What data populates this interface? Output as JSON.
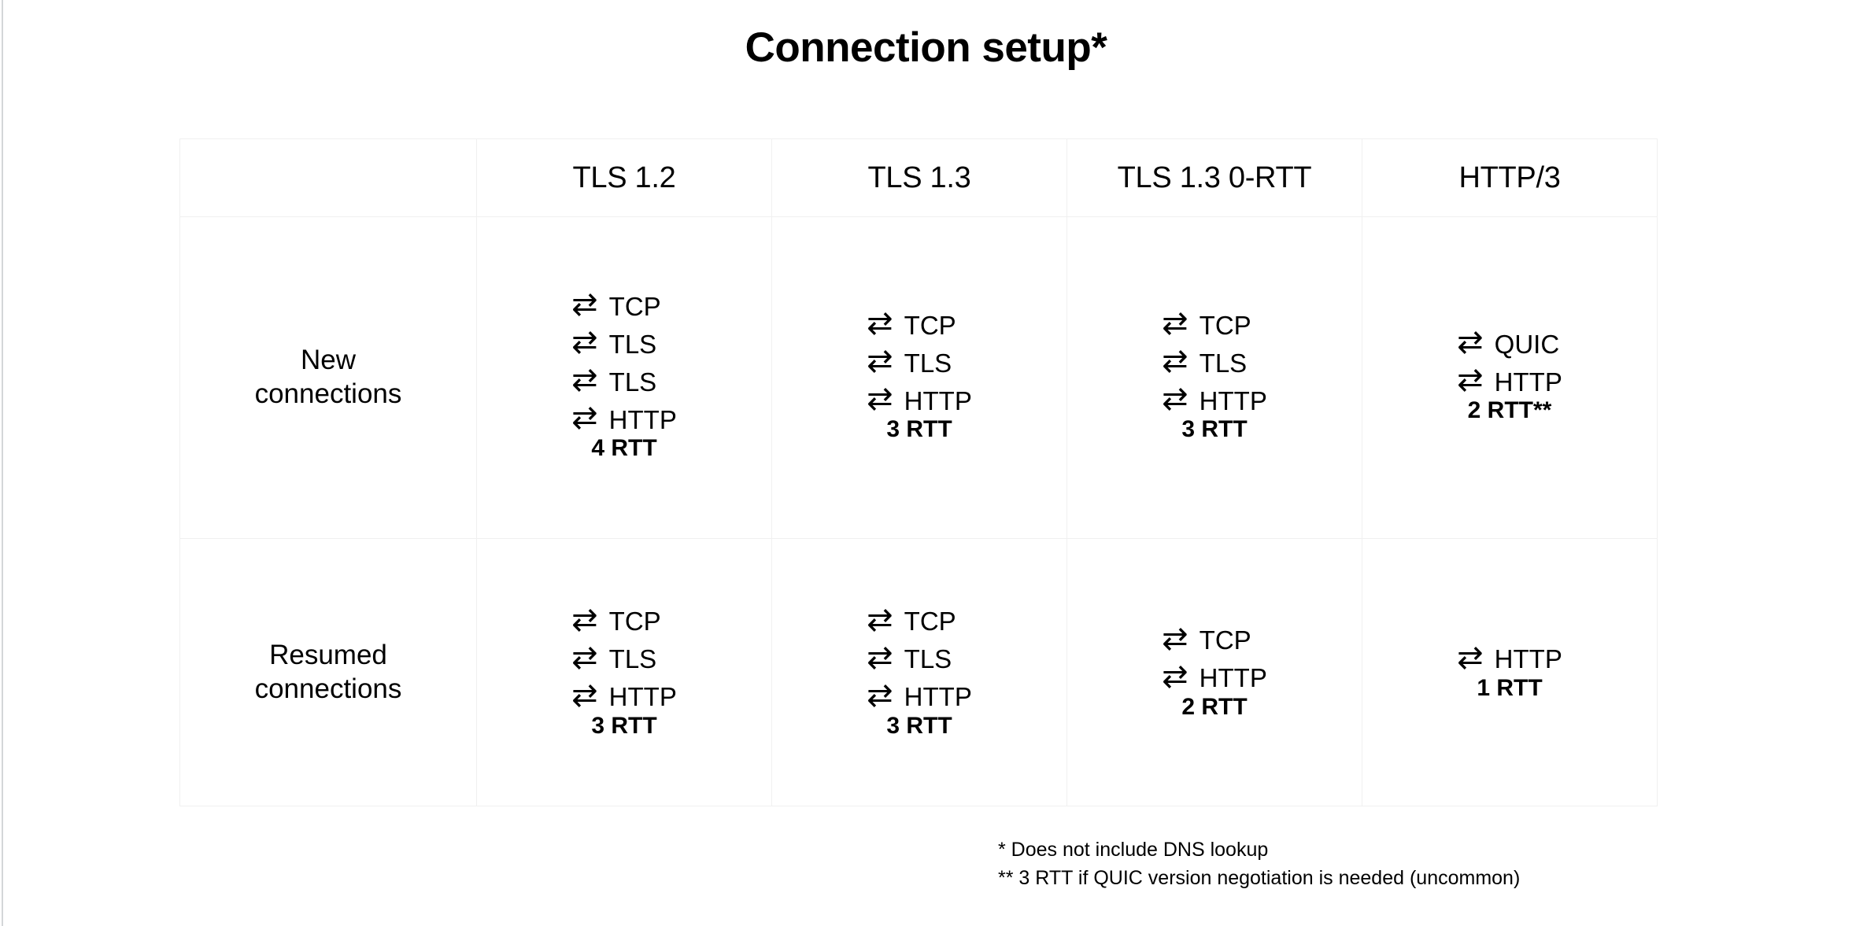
{
  "title": "Connection setup*",
  "table": {
    "corner_label": "",
    "columns": [
      "TLS 1.2",
      "TLS 1.3",
      "TLS 1.3 0-RTT",
      "HTTP/3"
    ],
    "arrow_icon": "⇄",
    "rows": [
      {
        "label": "New\nconnections",
        "label_line1": "New",
        "label_line2": "connections",
        "cells": [
          {
            "steps": [
              "TCP",
              "TLS",
              "TLS",
              "HTTP"
            ],
            "rtt": "4 RTT"
          },
          {
            "steps": [
              "TCP",
              "TLS",
              "HTTP"
            ],
            "rtt": "3 RTT"
          },
          {
            "steps": [
              "TCP",
              "TLS",
              "HTTP"
            ],
            "rtt": "3 RTT"
          },
          {
            "steps": [
              "QUIC",
              "HTTP"
            ],
            "rtt": "2 RTT**"
          }
        ]
      },
      {
        "label": "Resumed\nconnections",
        "label_line1": "Resumed",
        "label_line2": "connections",
        "cells": [
          {
            "steps": [
              "TCP",
              "TLS",
              "HTTP"
            ],
            "rtt": "3 RTT"
          },
          {
            "steps": [
              "TCP",
              "TLS",
              "HTTP"
            ],
            "rtt": "3 RTT"
          },
          {
            "steps": [
              "TCP",
              "HTTP"
            ],
            "rtt": "2 RTT"
          },
          {
            "steps": [
              "HTTP"
            ],
            "rtt": "1 RTT"
          }
        ]
      }
    ]
  },
  "footnotes": [
    "* Does not include DNS lookup",
    "** 3 RTT if QUIC version negotiation is needed (uncommon)"
  ],
  "colors": {
    "text": "#000000",
    "background": "#ffffff",
    "table_border": "#f0f0f0",
    "slide_edge": "#d4d6d8"
  }
}
